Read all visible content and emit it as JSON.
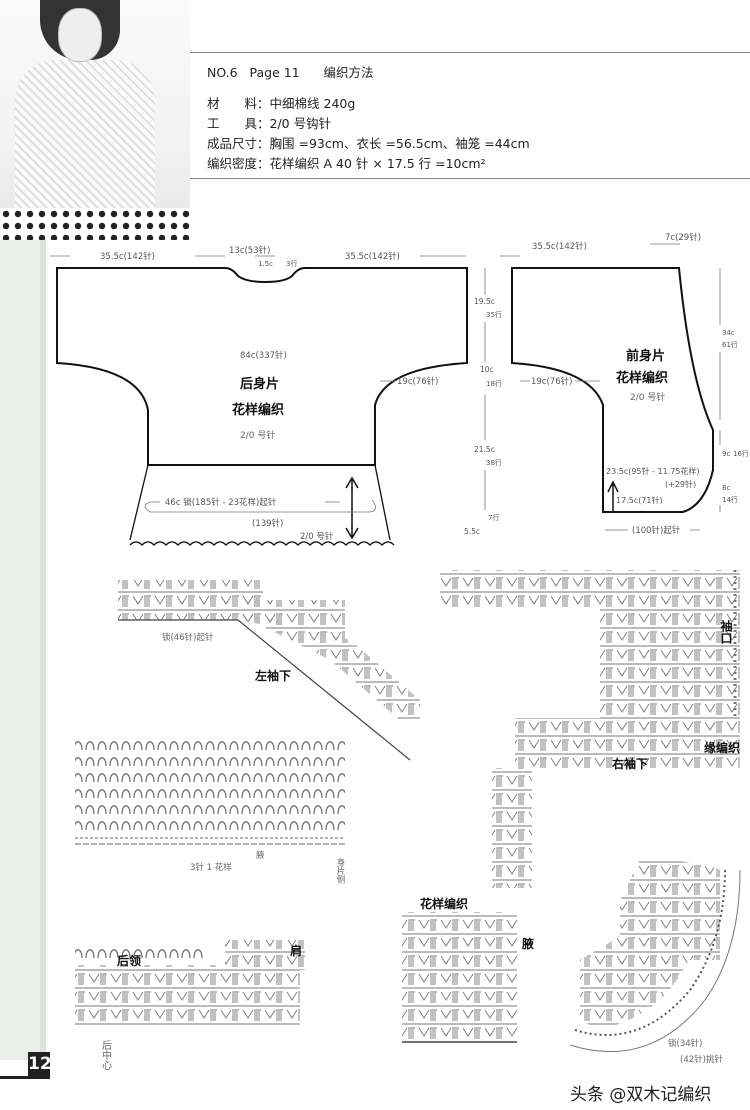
{
  "header": {
    "no": "NO.6",
    "page": "Page 11",
    "title": "编织方法",
    "materials_label": "材　　料：",
    "materials": "中细棉线 240g",
    "tools_label": "工　　具：",
    "tools": "2/0 号钩针",
    "size_label": "成品尺寸：",
    "size": "胸围 =93cm、衣长 =56.5cm、袖笼 =44cm",
    "gauge_label": "编织密度：",
    "gauge": "花样编织 A  40 针 × 17.5 行 =10cm²"
  },
  "back": {
    "title": "后身片",
    "pattern": "花样编织",
    "hook": "2/0 号针",
    "top_left": "35.5c(142针)",
    "top_mid": "13c(53针)",
    "top_right": "35.5c(142针)",
    "neck_depth": "1.5c",
    "neck_rows": "3行",
    "width": "84c(337针)",
    "sleeve": "19c(76针)",
    "cast_on": "46c 锁(185针 - 23花样)起针",
    "bottom": "(139针)",
    "ruffle_hook": "2/0 号针",
    "h1": "19.5c",
    "h1r": "35行",
    "h2": "10c",
    "h2r": "18行",
    "h3": "21.5c",
    "h3r": "38行",
    "h4": "5.5c",
    "h4r": "7行"
  },
  "front": {
    "title": "前身片",
    "pattern": "花样编织",
    "hook": "2/0 号针",
    "top": "35.5c(142针)",
    "top_right": "7c(29针)",
    "sleeve": "19c(76针)",
    "inc": "23.5c(95针 - 11.75花样)",
    "inc2": "(+29针)",
    "base": "17.5c(71针)",
    "cast_on": "(100针)起针",
    "v1": "34c",
    "v1r": "61行",
    "v2": "9c",
    "v2r": "16行",
    "v3": "8c",
    "v3r": "14行"
  },
  "charts": {
    "left_sleeve": "左袖下",
    "left_cast_on": "锁(46针)起针",
    "repeat": "3针 1 花样",
    "underarm": "腋",
    "body_side": "身片侧",
    "back_neck": "后领",
    "shoulder": "肩",
    "back_center": "后中心",
    "cuff": "袖口",
    "right_sleeve": "右袖下",
    "edging": "缘编织",
    "pattern": "花样编织",
    "armpit": "腋",
    "chain34": "锁(34针)",
    "pick42": "(42针)挑针"
  },
  "page_number": "12",
  "watermark": "头条 @双木记编织"
}
